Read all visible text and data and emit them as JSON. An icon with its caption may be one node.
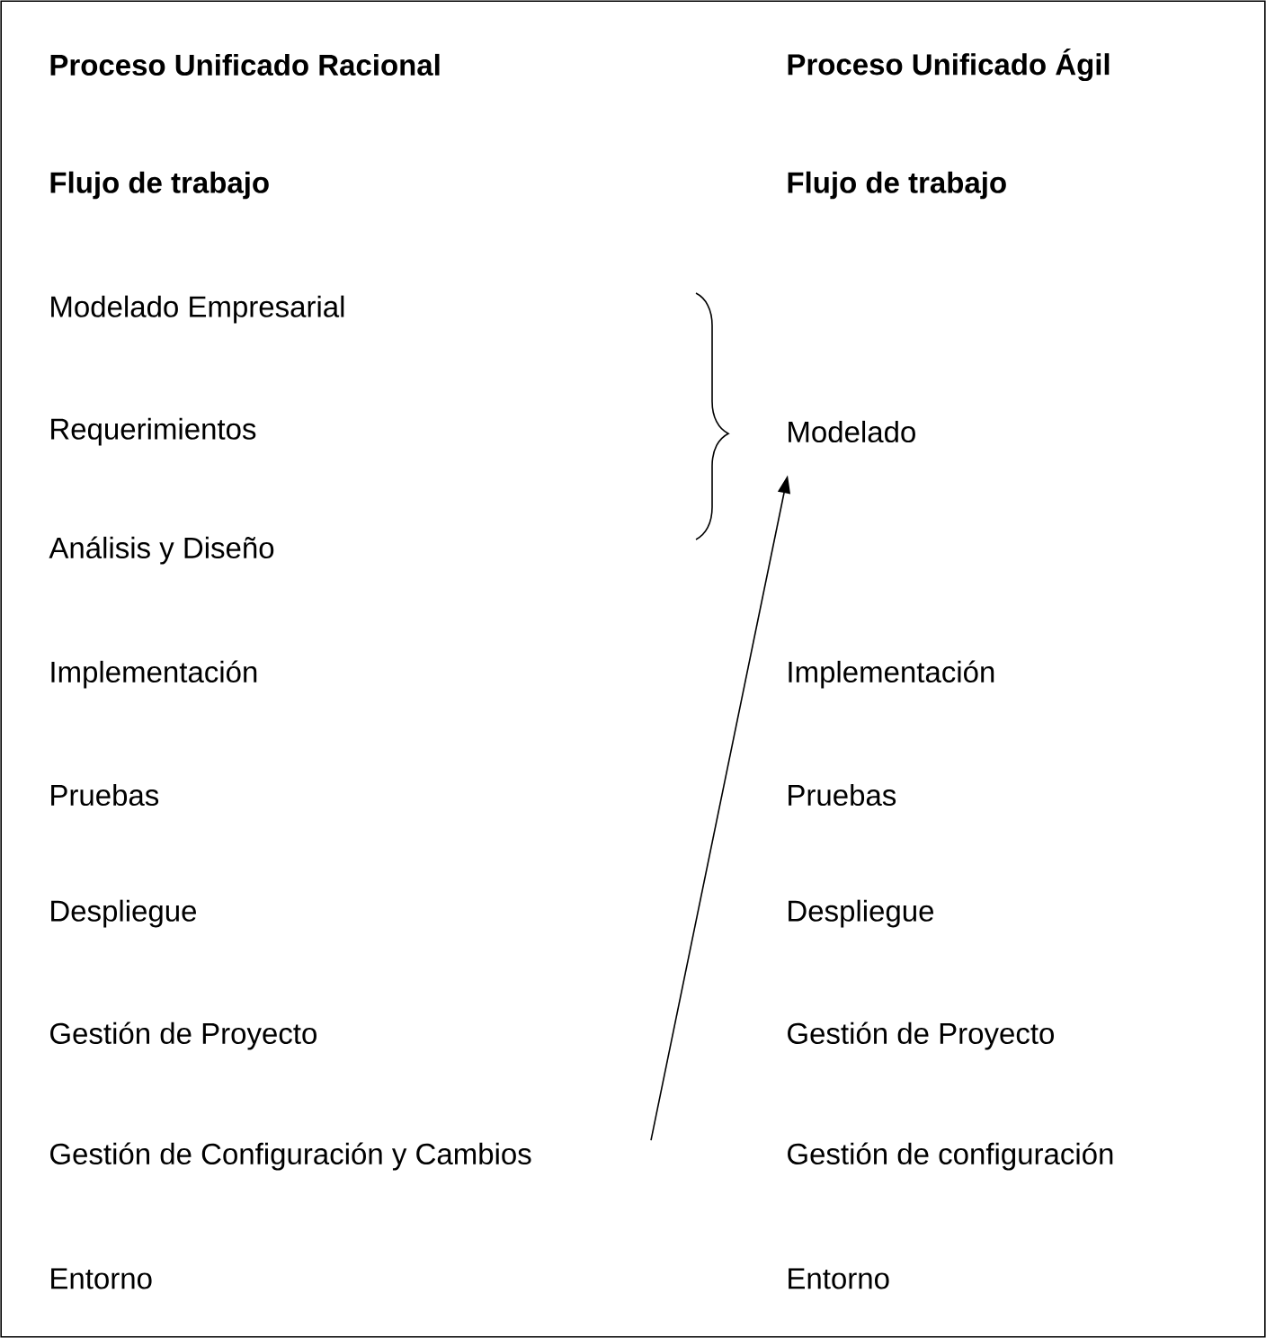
{
  "diagram": {
    "nodes": [
      {
        "text": [
          "Gestión de Configuración y Cambios"
        ]
      },
      {
        "text": [
          "Modelado"
        ]
      }
    ],
    "edges": [
      {
        "from": 0,
        "to": 1,
        "arrow": "to"
      }
    ],
    "labels": [
      "Proceso Unificado Racional",
      "Proceso Unificado Ágil",
      "Flujo de trabajo",
      "Flujo de trabajo",
      "Modelado Empresarial",
      "Requerimientos",
      "Análisis y Diseño",
      "Implementación",
      "Implementación",
      "Pruebas",
      "Pruebas",
      "Despliegue",
      "Despliegue",
      "Gestión de Proyecto",
      "Gestión de Proyecto",
      "Gestión de configuración",
      "Entorno",
      "Entorno"
    ]
  }
}
